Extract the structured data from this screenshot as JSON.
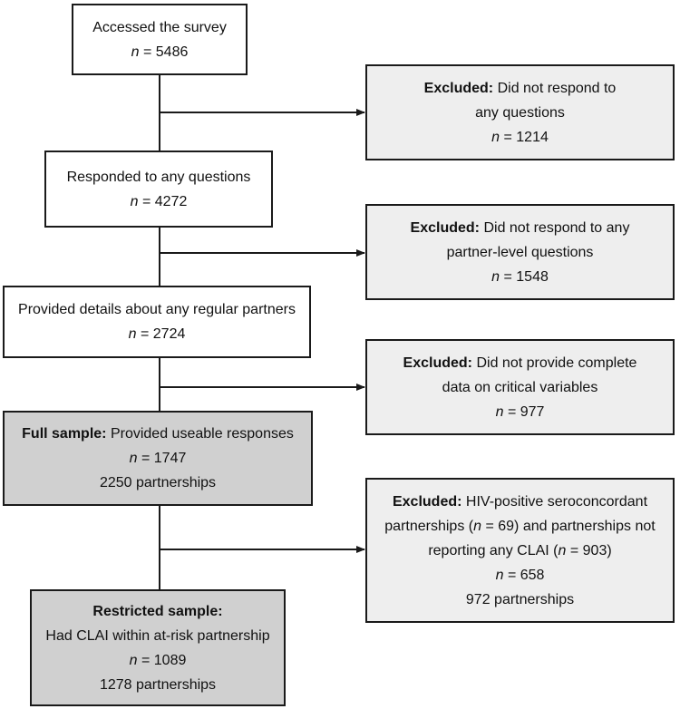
{
  "boxes": {
    "accessed": {
      "label": "Accessed the survey",
      "n": "= 5486"
    },
    "excluded_1": {
      "bold": "Excluded:",
      "text1": "Did not respond to",
      "text2": "any questions",
      "n": "= 1214"
    },
    "responded": {
      "label": "Responded to any questions",
      "n": "= 4272"
    },
    "excluded_2": {
      "bold": "Excluded:",
      "text1": "Did not respond to any",
      "text2": "partner-level questions",
      "n": "= 1548"
    },
    "provided": {
      "label": "Provided details about any regular partners",
      "n": "= 2724"
    },
    "excluded_3": {
      "bold": "Excluded:",
      "text1": "Did not provide complete",
      "text2": "data on critical variables",
      "n": "= 977"
    },
    "full_sample": {
      "bold": "Full sample:",
      "text1": "Provided useable responses",
      "n": "= 1747",
      "partnerships": "2250 partnerships"
    },
    "excluded_4": {
      "bold": "Excluded:",
      "text1": "HIV-positive seroconcordant",
      "text2a": "partnerships (",
      "text2n": "n",
      "text2b": " = 69) and partnerships not",
      "text3a": "reporting any CLAI (",
      "text3n": "n",
      "text3b": " = 903)",
      "n": "= 658",
      "partnerships": "972 partnerships"
    },
    "restricted": {
      "bold": "Restricted sample:",
      "text1": "Had CLAI within at-risk partnership",
      "n": "= 1089",
      "partnerships": "1278 partnerships"
    }
  },
  "n_symbol": "n",
  "colors": {
    "border": "#1a1a1a",
    "excluded_fill": "#eeeeee",
    "sample_fill": "#d0d0d0"
  }
}
